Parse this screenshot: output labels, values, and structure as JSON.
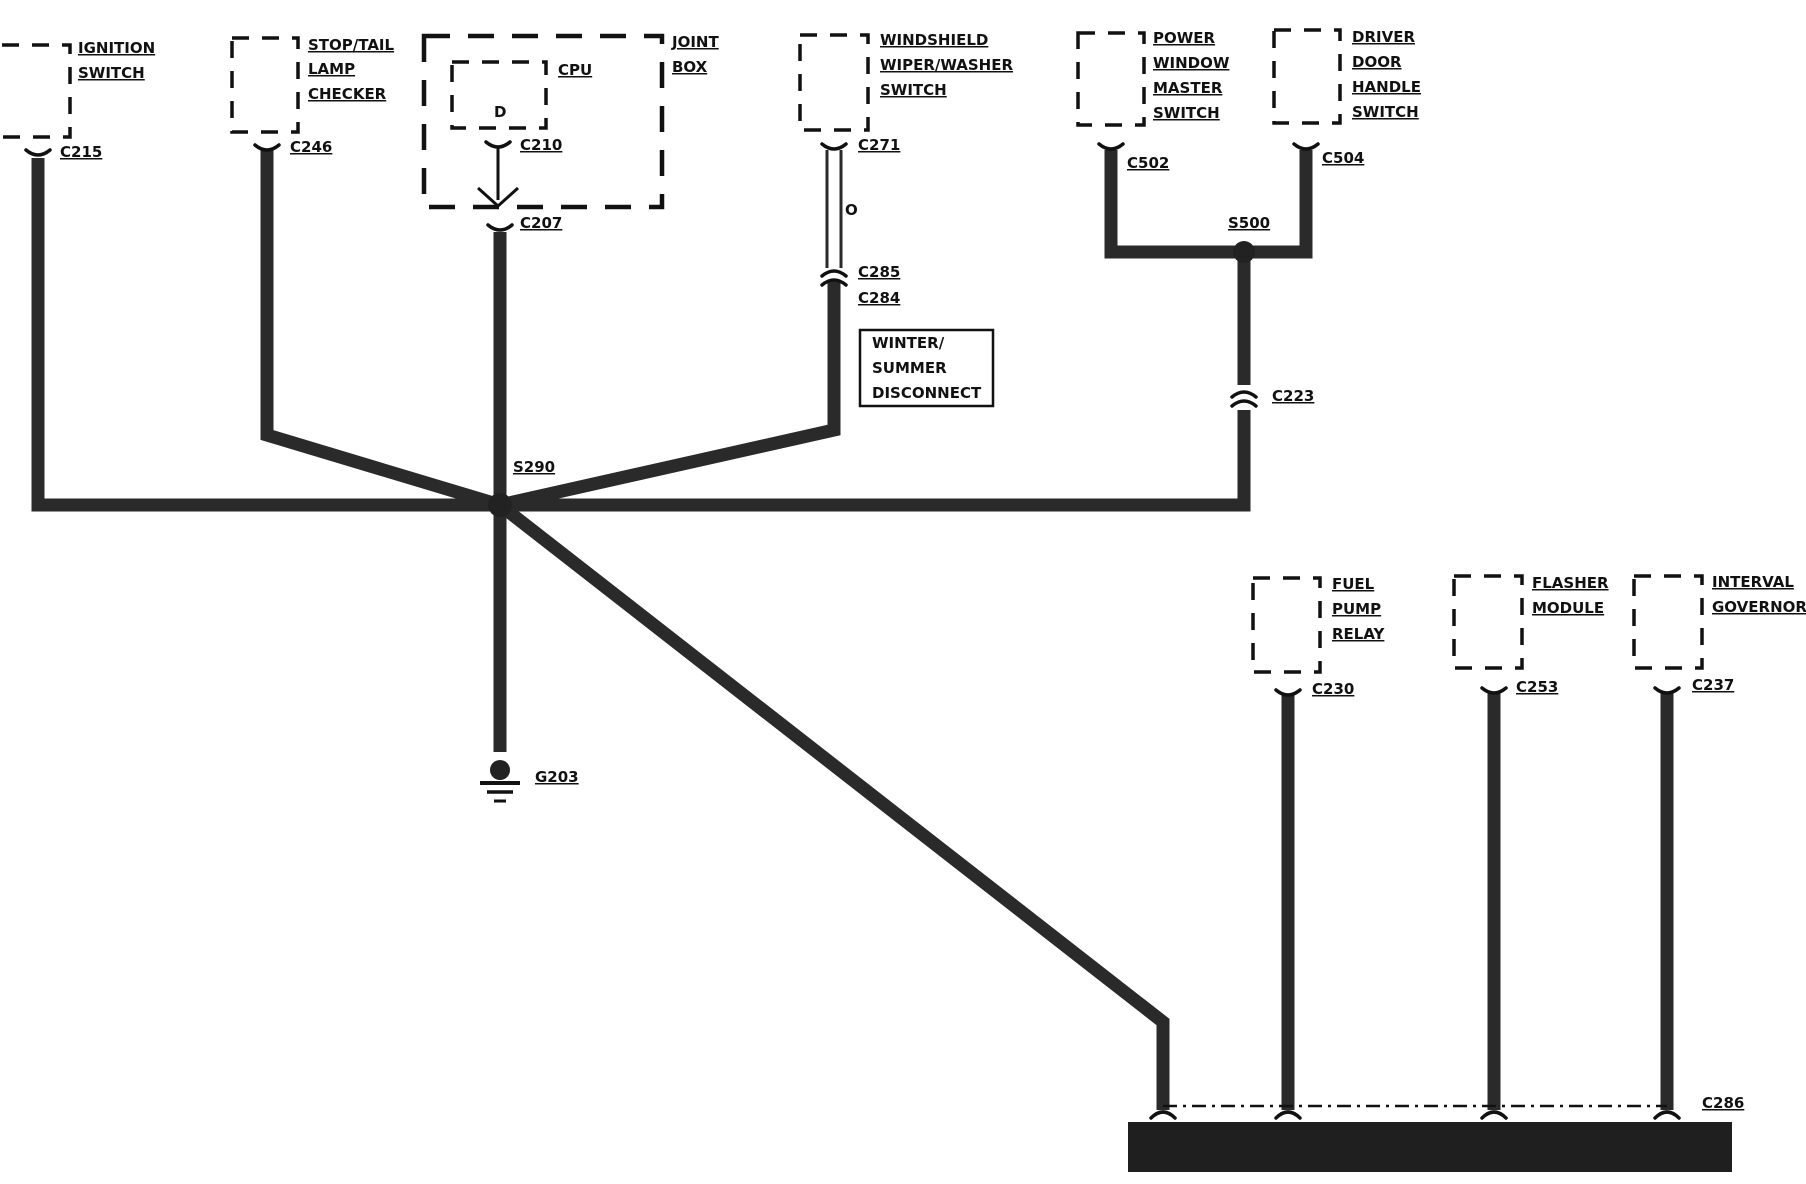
{
  "components": {
    "ignition_switch": [
      "IGNITION",
      "SWITCH"
    ],
    "stop_tail_lamp_checker": [
      "STOP/TAIL",
      "LAMP",
      "CHECKER"
    ],
    "joint_box": [
      "JOINT",
      "BOX"
    ],
    "cpu": "CPU",
    "cpu_pin": "D",
    "wiper_washer_switch": [
      "WINDSHIELD",
      "WIPER/WASHER",
      "SWITCH"
    ],
    "power_window_master_switch": [
      "POWER",
      "WINDOW",
      "MASTER",
      "SWITCH"
    ],
    "driver_door_handle_switch": [
      "DRIVER",
      "DOOR",
      "HANDLE",
      "SWITCH"
    ],
    "fuel_pump_relay": [
      "FUEL",
      "PUMP",
      "RELAY"
    ],
    "flasher_module": [
      "FLASHER",
      "MODULE"
    ],
    "interval_governor": [
      "INTERVAL",
      "GOVERNOR"
    ],
    "winter_summer_disconnect": [
      "WINTER/",
      "SUMMER",
      "DISCONNECT"
    ]
  },
  "connectors": {
    "c215": "C215",
    "c246": "C246",
    "c210": "C210",
    "c207": "C207",
    "c271": "C271",
    "c285": "C285",
    "c284": "C284",
    "c502": "C502",
    "c504": "C504",
    "c223": "C223",
    "c230": "C230",
    "c253": "C253",
    "c237": "C237",
    "c286": "C286"
  },
  "splices": {
    "s290": "S290",
    "s500": "S500"
  },
  "ground": "G203",
  "wire_color_label": "O",
  "colors": {
    "wire": "#2a2a2a",
    "ink": "#111111",
    "background": "#ffffff"
  }
}
